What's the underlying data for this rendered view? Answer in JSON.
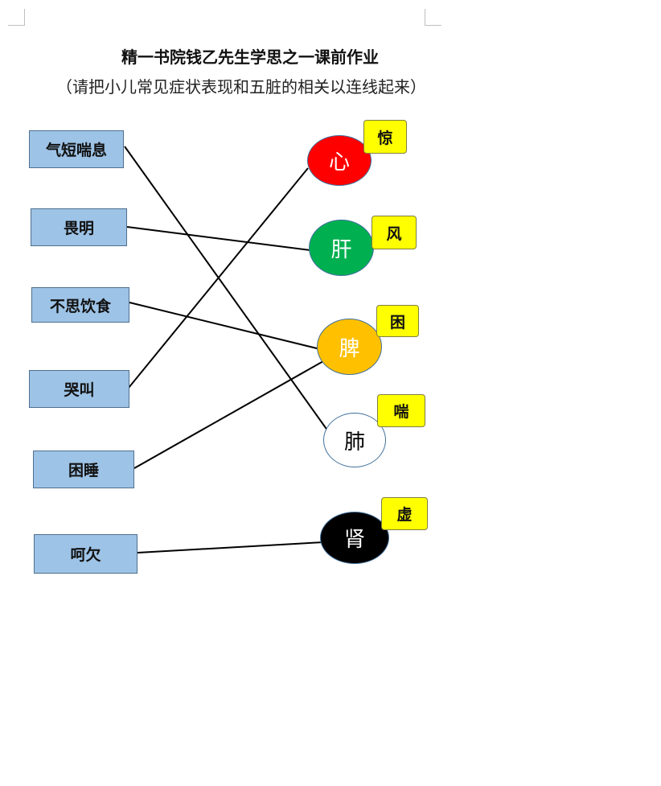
{
  "title": "精一书院钱乙先生学思之一课前作业",
  "subtitle": "（请把小儿常见症状表现和五脏的相关以连线起来）",
  "symptoms": [
    {
      "id": "s1",
      "label": "气短喘息"
    },
    {
      "id": "s2",
      "label": "畏明"
    },
    {
      "id": "s3",
      "label": "不思饮食"
    },
    {
      "id": "s4",
      "label": "哭叫"
    },
    {
      "id": "s5",
      "label": "困睡"
    },
    {
      "id": "s6",
      "label": "呵欠"
    }
  ],
  "organs": [
    {
      "id": "o1",
      "label": "心",
      "color": "#ff0000",
      "text_color": "#ffffff",
      "tag": "惊"
    },
    {
      "id": "o2",
      "label": "肝",
      "color": "#00b050",
      "text_color": "#ffffff",
      "tag": "风"
    },
    {
      "id": "o3",
      "label": "脾",
      "color": "#ffc000",
      "text_color": "#ffffff",
      "tag": "困"
    },
    {
      "id": "o4",
      "label": "肺",
      "color": "#ffffff",
      "text_color": "#000000",
      "tag": "喘"
    },
    {
      "id": "o5",
      "label": "肾",
      "color": "#000000",
      "text_color": "#ffffff",
      "tag": "虚"
    }
  ],
  "connections": [
    {
      "from": "s1",
      "to": "o4"
    },
    {
      "from": "s2",
      "to": "o2"
    },
    {
      "from": "s3",
      "to": "o3"
    },
    {
      "from": "s4",
      "to": "o1"
    },
    {
      "from": "s5",
      "to": "o3"
    },
    {
      "from": "s6",
      "to": "o5"
    }
  ]
}
